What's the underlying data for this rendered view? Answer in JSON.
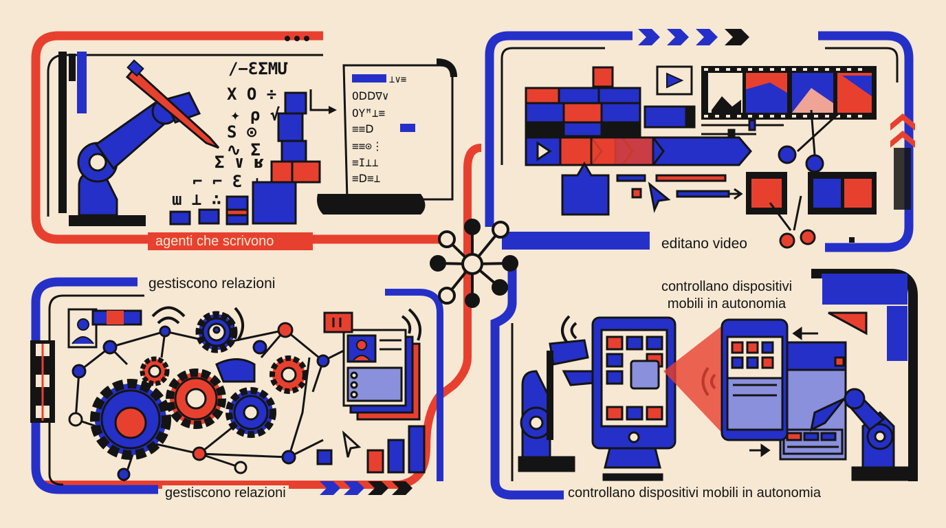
{
  "colors": {
    "background": "#f6e8d3",
    "red": "#e8402f",
    "blue": "#2530c8",
    "black": "#141414",
    "pink": "#f0a496",
    "lavender": "#8a90dc"
  },
  "panels": {
    "writing": {
      "label": "agenti che scrivono"
    },
    "video": {
      "label": "editano video"
    },
    "relations": {
      "top_label": "gestiscono relazioni",
      "bottom_label": "gestiscono relazioni"
    },
    "mobile": {
      "top_label": "controllano dispositivi\nmobili in autonomia",
      "bottom_label": "controllano dispositivi mobili in autonomia"
    }
  },
  "icons": [
    "robot-arm-icon",
    "pen-icon",
    "document-scroll-icon",
    "symbol-glyphs-icon",
    "film-strip-icon",
    "scissors-icon",
    "play-icon",
    "cursor-icon",
    "gear-icon",
    "network-graph-icon",
    "user-profile-icon",
    "wifi-signal-icon",
    "bar-chart-icon",
    "smartphone-icon",
    "tablet-icon",
    "hub-network-icon"
  ]
}
